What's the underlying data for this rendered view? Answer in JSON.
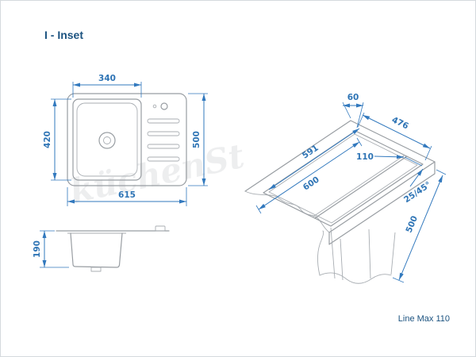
{
  "meta": {
    "title": "I - Inset",
    "product": "Line Max 110",
    "watermark": "küchenSt"
  },
  "colors": {
    "dimension_blue": "#3279be",
    "label_blue": "#1c5380",
    "drawing_gray": "#989da2"
  },
  "top_view": {
    "bowl_width": "340",
    "bowl_depth": "420",
    "overall_depth": "500",
    "overall_width": "615"
  },
  "side_view": {
    "depth": "190"
  },
  "iso_view": {
    "edge_offset": "60",
    "cutout_width": "476",
    "cutout_length": "591",
    "shelf_width": "110",
    "base_unit": "600",
    "chamfer": "25/45°",
    "base_depth": "500"
  }
}
